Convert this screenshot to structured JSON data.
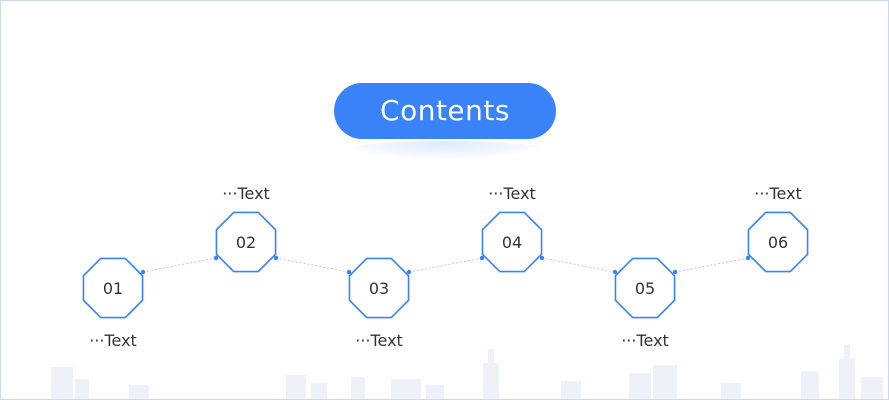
{
  "title": "Contents",
  "accent_color": "#3a82f7",
  "nodes": [
    {
      "number": "01",
      "caption": "···Text",
      "caption_side": "below"
    },
    {
      "number": "02",
      "caption": "···Text",
      "caption_side": "above"
    },
    {
      "number": "03",
      "caption": "···Text",
      "caption_side": "below"
    },
    {
      "number": "04",
      "caption": "···Text",
      "caption_side": "above"
    },
    {
      "number": "05",
      "caption": "···Text",
      "caption_side": "below"
    },
    {
      "number": "06",
      "caption": "···Text",
      "caption_side": "above"
    }
  ]
}
